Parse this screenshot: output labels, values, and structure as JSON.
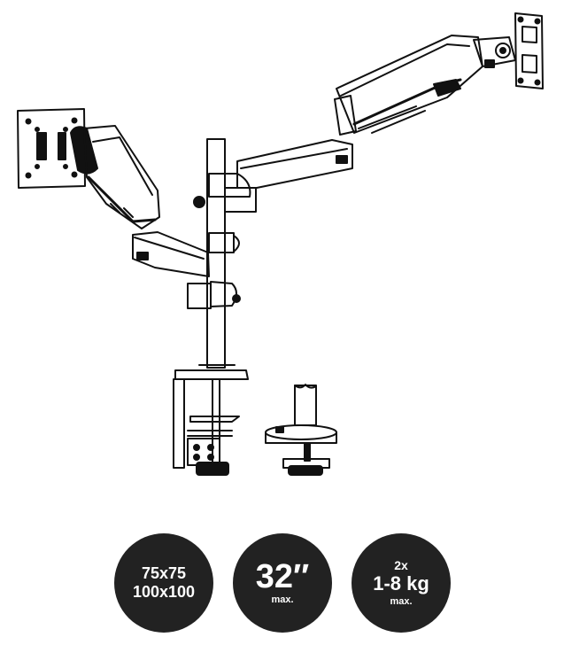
{
  "badges": [
    {
      "line1": "75x75",
      "line2": "100x100"
    },
    {
      "size": "32″",
      "note": "max."
    },
    {
      "count": "2x",
      "weight": "1-8 kg",
      "note": "max."
    }
  ],
  "illustration": {
    "icon": "dual-monitor-arm-drawing"
  }
}
